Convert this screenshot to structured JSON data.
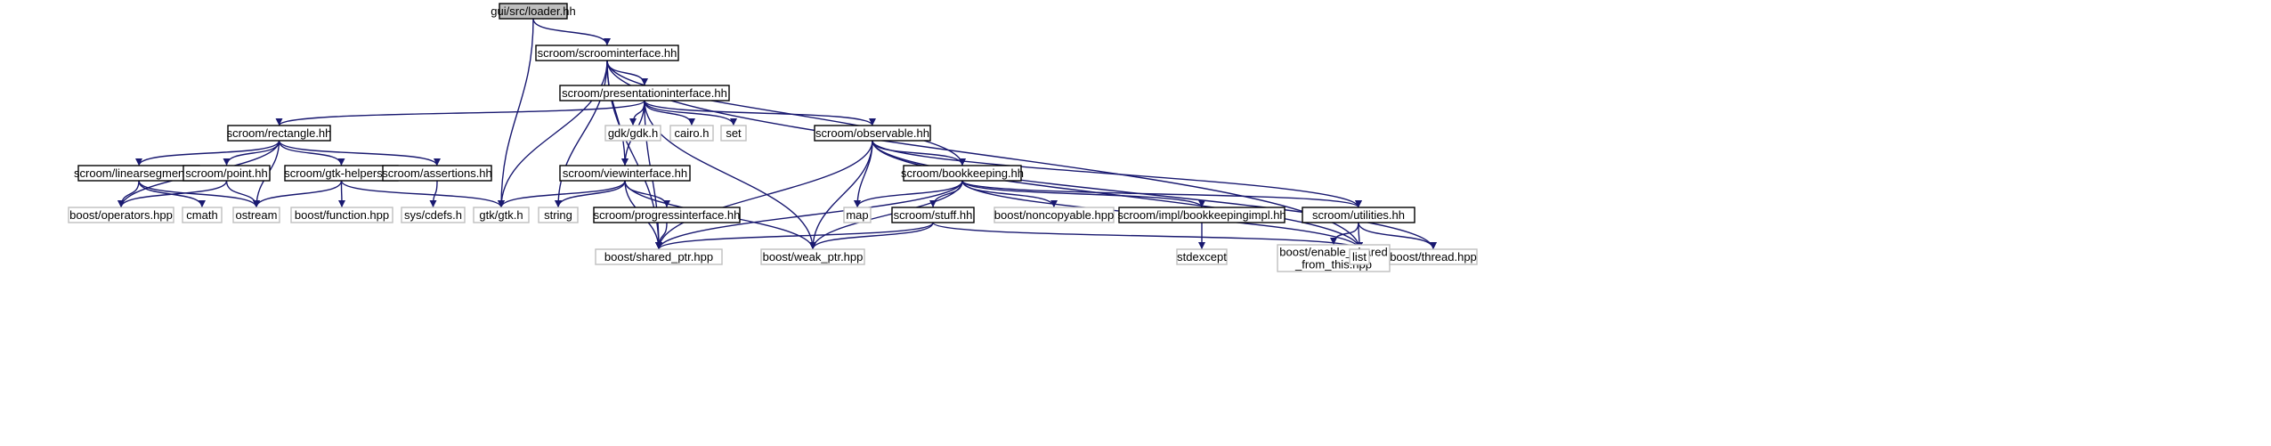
{
  "colors": {
    "edge": "#191970",
    "root_fill": "#bfbfbf",
    "node_border": "#000000",
    "external_border": "#bfbfbf",
    "text": "#000000"
  },
  "nodes": {
    "loader": {
      "label": "gui/src/loader.hh",
      "kind": "root"
    },
    "scroominterface": {
      "label": "scroom/scroominterface.hh",
      "kind": "internal"
    },
    "presentationinterface": {
      "label": "scroom/presentationinterface.hh",
      "kind": "internal"
    },
    "rectangle": {
      "label": "scroom/rectangle.hh",
      "kind": "internal"
    },
    "gdk": {
      "label": "gdk/gdk.h",
      "kind": "external"
    },
    "cairo": {
      "label": "cairo.h",
      "kind": "external"
    },
    "set": {
      "label": "set",
      "kind": "external"
    },
    "observable": {
      "label": "scroom/observable.hh",
      "kind": "internal"
    },
    "linearsegment": {
      "label": "scroom/linearsegment.hh",
      "kind": "internal"
    },
    "point": {
      "label": "scroom/point.hh",
      "kind": "internal"
    },
    "gtkhelpers": {
      "label": "scroom/gtk-helpers.hh",
      "kind": "internal"
    },
    "assertions": {
      "label": "scroom/assertions.hh",
      "kind": "internal"
    },
    "viewinterface": {
      "label": "scroom/viewinterface.hh",
      "kind": "internal"
    },
    "bookkeeping": {
      "label": "scroom/bookkeeping.hh",
      "kind": "internal"
    },
    "operators": {
      "label": "boost/operators.hpp",
      "kind": "external"
    },
    "cmath": {
      "label": "cmath",
      "kind": "external"
    },
    "ostream": {
      "label": "ostream",
      "kind": "external"
    },
    "function": {
      "label": "boost/function.hpp",
      "kind": "external"
    },
    "cdefs": {
      "label": "sys/cdefs.h",
      "kind": "external"
    },
    "gtk": {
      "label": "gtk/gtk.h",
      "kind": "external"
    },
    "string": {
      "label": "string",
      "kind": "external"
    },
    "progressinterface": {
      "label": "scroom/progressinterface.hh",
      "kind": "internal"
    },
    "map": {
      "label": "map",
      "kind": "external"
    },
    "stuff": {
      "label": "scroom/stuff.hh",
      "kind": "internal"
    },
    "noncopyable": {
      "label": "boost/noncopyable.hpp",
      "kind": "external"
    },
    "bookkeepingimpl": {
      "label": "scroom/impl/bookkeepingimpl.hh",
      "kind": "internal"
    },
    "utilities": {
      "label": "scroom/utilities.hh",
      "kind": "internal"
    },
    "shared_ptr": {
      "label": "boost/shared_ptr.hpp",
      "kind": "external"
    },
    "weak_ptr": {
      "label": "boost/weak_ptr.hpp",
      "kind": "external"
    },
    "stdexcept": {
      "label": "stdexcept",
      "kind": "external"
    },
    "enable_shared": {
      "label": [
        "boost/enable_shared",
        "_from_this.hpp"
      ],
      "kind": "external"
    },
    "thread": {
      "label": "boost/thread.hpp",
      "kind": "external"
    },
    "list": {
      "label": "list",
      "kind": "external"
    }
  },
  "edges": [
    [
      "loader",
      "scroominterface"
    ],
    [
      "loader",
      "gtk"
    ],
    [
      "scroominterface",
      "presentationinterface"
    ],
    [
      "scroominterface",
      "shared_ptr"
    ],
    [
      "scroominterface",
      "gtk"
    ],
    [
      "scroominterface",
      "string"
    ],
    [
      "scroominterface",
      "viewinterface"
    ],
    [
      "scroominterface",
      "bookkeeping"
    ],
    [
      "scroominterface",
      "list"
    ],
    [
      "presentationinterface",
      "rectangle"
    ],
    [
      "presentationinterface",
      "gdk"
    ],
    [
      "presentationinterface",
      "cairo"
    ],
    [
      "presentationinterface",
      "set"
    ],
    [
      "presentationinterface",
      "observable"
    ],
    [
      "presentationinterface",
      "viewinterface"
    ],
    [
      "presentationinterface",
      "shared_ptr"
    ],
    [
      "presentationinterface",
      "weak_ptr"
    ],
    [
      "rectangle",
      "linearsegment"
    ],
    [
      "rectangle",
      "point"
    ],
    [
      "rectangle",
      "gtkhelpers"
    ],
    [
      "rectangle",
      "assertions"
    ],
    [
      "rectangle",
      "operators"
    ],
    [
      "rectangle",
      "ostream"
    ],
    [
      "linearsegment",
      "operators"
    ],
    [
      "linearsegment",
      "cmath"
    ],
    [
      "linearsegment",
      "ostream"
    ],
    [
      "point",
      "operators"
    ],
    [
      "point",
      "ostream"
    ],
    [
      "gtkhelpers",
      "ostream"
    ],
    [
      "gtkhelpers",
      "function"
    ],
    [
      "gtkhelpers",
      "gtk"
    ],
    [
      "assertions",
      "cdefs"
    ],
    [
      "viewinterface",
      "gtk"
    ],
    [
      "viewinterface",
      "string"
    ],
    [
      "viewinterface",
      "progressinterface"
    ],
    [
      "viewinterface",
      "shared_ptr"
    ],
    [
      "viewinterface",
      "weak_ptr"
    ],
    [
      "progressinterface",
      "shared_ptr"
    ],
    [
      "observable",
      "bookkeeping"
    ],
    [
      "observable",
      "map"
    ],
    [
      "observable",
      "shared_ptr"
    ],
    [
      "observable",
      "weak_ptr"
    ],
    [
      "observable",
      "utilities"
    ],
    [
      "observable",
      "thread"
    ],
    [
      "observable",
      "list"
    ],
    [
      "bookkeeping",
      "map"
    ],
    [
      "bookkeeping",
      "stuff"
    ],
    [
      "bookkeeping",
      "noncopyable"
    ],
    [
      "bookkeeping",
      "bookkeepingimpl"
    ],
    [
      "bookkeeping",
      "utilities"
    ],
    [
      "bookkeeping",
      "shared_ptr"
    ],
    [
      "bookkeeping",
      "weak_ptr"
    ],
    [
      "bookkeeping",
      "list"
    ],
    [
      "stuff",
      "shared_ptr"
    ],
    [
      "stuff",
      "weak_ptr"
    ],
    [
      "stuff",
      "list"
    ],
    [
      "bookkeepingimpl",
      "stdexcept"
    ],
    [
      "utilities",
      "enable_shared"
    ],
    [
      "utilities",
      "thread"
    ],
    [
      "utilities",
      "list"
    ]
  ]
}
